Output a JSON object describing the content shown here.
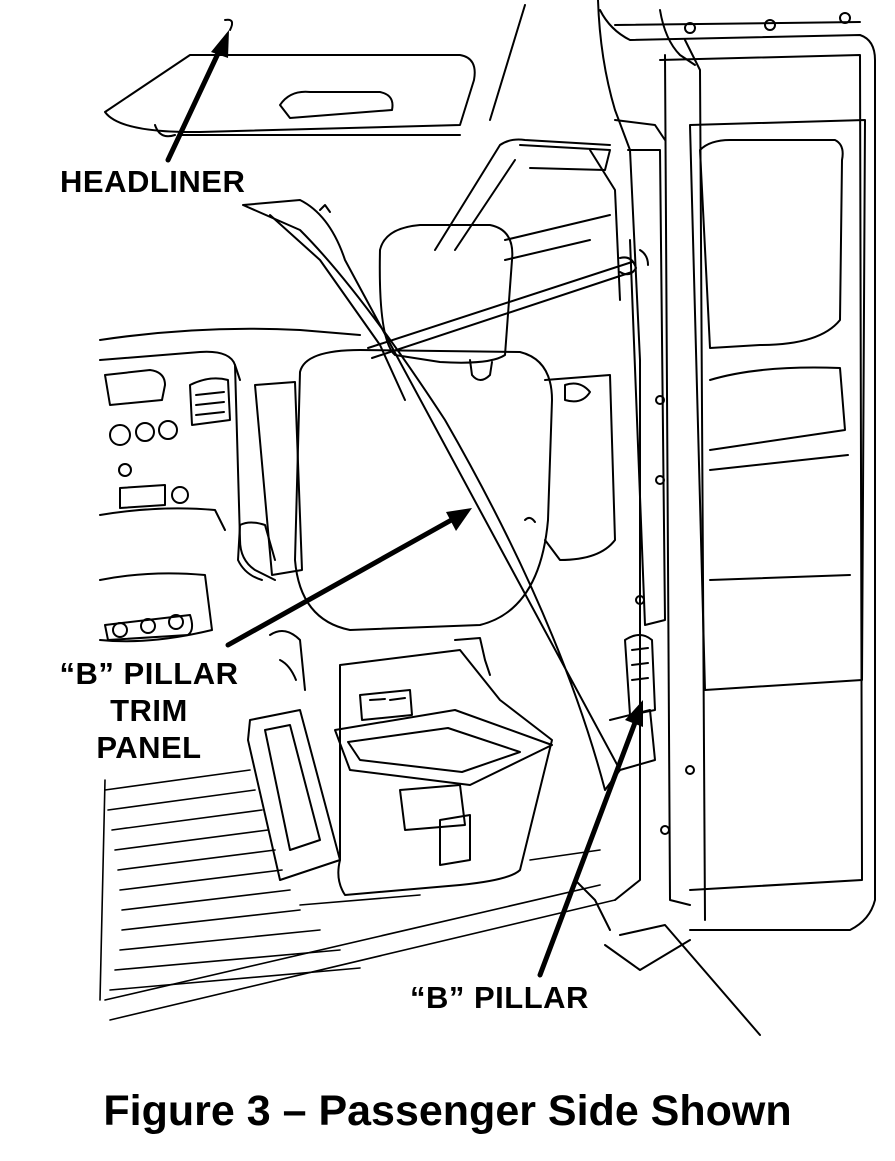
{
  "labels": {
    "headliner": "HEADLINER",
    "b_pillar_trim_panel": [
      "“B” PILLAR",
      "TRIM",
      "PANEL"
    ],
    "b_pillar": "“B” PILLAR"
  },
  "caption": "Figure 3 – Passenger Side Shown",
  "colors": {
    "ink": "#000000",
    "paper": "#ffffff"
  }
}
